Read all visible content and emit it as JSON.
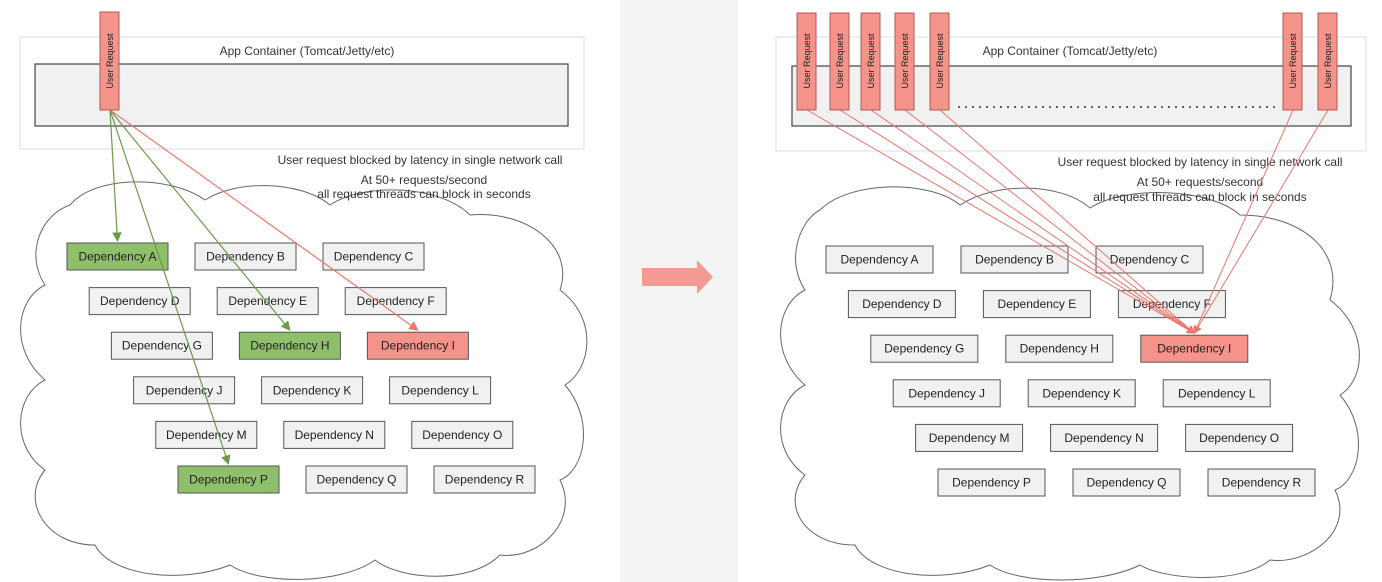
{
  "colors": {
    "green_fill": "#8fbf6a",
    "green_line": "#6a9a4a",
    "red_fill": "#f4938a",
    "red_line": "#e8776d",
    "neutral_fill": "#f1f1f1",
    "divider": "#f4f4f4",
    "arrow": "#f39a95"
  },
  "dependencies": [
    "Dependency A",
    "Dependency B",
    "Dependency C",
    "Dependency D",
    "Dependency E",
    "Dependency F",
    "Dependency G",
    "Dependency H",
    "Dependency I",
    "Dependency J",
    "Dependency K",
    "Dependency L",
    "Dependency M",
    "Dependency N",
    "Dependency O",
    "Dependency P",
    "Dependency Q",
    "Dependency R"
  ],
  "left": {
    "container_title": "App Container (Tomcat/Jetty/etc)",
    "request_label": "User Request",
    "caption1": "User request blocked by latency in single network call",
    "caption2": "At 50+ requests/second",
    "caption3": "all request threads can block in seconds",
    "highlight_green": [
      "Dependency A",
      "Dependency H",
      "Dependency P"
    ],
    "highlight_red": [
      "Dependency I"
    ]
  },
  "right": {
    "container_title": "App Container (Tomcat/Jetty/etc)",
    "request_labels": [
      "User Request",
      "User Request",
      "User Request",
      "User Request",
      "User Request",
      "User Request",
      "User Request"
    ],
    "caption1": "User request blocked by latency in single network call",
    "caption2": "At 50+ requests/second",
    "caption3": "all request threads can block in seconds",
    "highlight_red": [
      "Dependency I"
    ]
  }
}
